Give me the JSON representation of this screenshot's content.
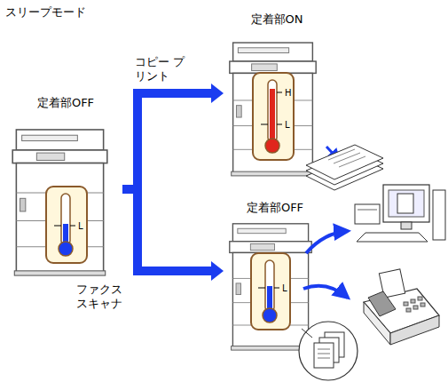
{
  "diagram": {
    "title": "スリープモード",
    "nodes": [
      {
        "text": [
          "定着部OFF"
        ]
      },
      {
        "text": [
          "定着部ON"
        ]
      },
      {
        "text": [
          "定着部OFF"
        ]
      }
    ],
    "edges": [
      {
        "from": 0,
        "to": 1,
        "label": "コピー プリント",
        "arrow": "to"
      },
      {
        "from": 0,
        "to": 2,
        "label": "ファクス スキャナ",
        "arrow": "to"
      }
    ],
    "labels": [
      "L",
      "H",
      "L",
      "L"
    ]
  }
}
